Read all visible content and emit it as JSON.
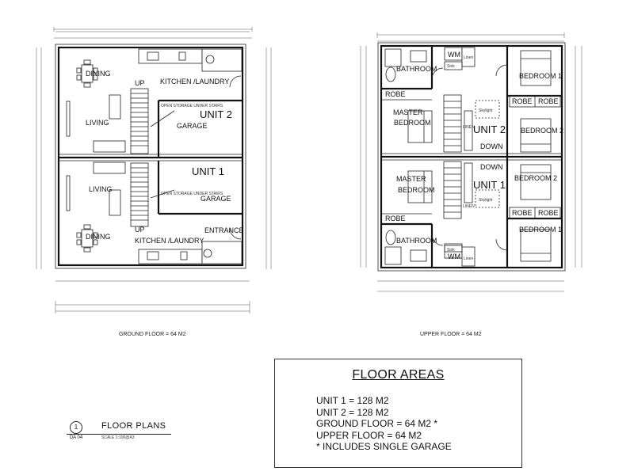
{
  "ground_floor": {
    "caption": "GROUND FLOOR = 64 M2",
    "rooms": {
      "dining_top": "DINING",
      "kitchen_top": "KITCHEN /LAUNDRY",
      "up_top": "UP",
      "open_storage_top": "OPEN STORAGE UNDER STAIRS",
      "unit2": "UNIT 2",
      "garage_top": "GARAGE",
      "living_top": "LIVING",
      "unit1": "UNIT 1",
      "living_bottom": "LIVING",
      "open_storage_bottom": "OPEN STORAGE UNDER STAIRS",
      "garage_bottom": "GARAGE",
      "up_bottom": "UP",
      "dining_bottom": "DINING",
      "kitchen_bottom": "KITCHEN /LAUNDRY",
      "entrance": "ENTRANCE"
    }
  },
  "upper_floor": {
    "caption": "UPPER FLOOR = 64 M2",
    "rooms": {
      "wm_top": "WM",
      "linen_top": "Linen",
      "sink_top": "Sink",
      "bathroom_top": "BATHROOM",
      "bedroom1_top": "BEDROOM 1",
      "robe_top_left": "ROBE",
      "master_top": "MASTER",
      "bedroom_top": "BEDROOM",
      "skylight_top": "Skylight",
      "unit2": "UNIT 2",
      "linen_stair_top": "LINEN",
      "robe_top_mid": "ROBE",
      "robe_top_right": "ROBE",
      "bedroom2_top": "BEDROOM 2",
      "down_top": "DOWN",
      "down_bottom": "DOWN",
      "master_bottom": "MASTER",
      "bedroom_bottom": "BEDROOM",
      "unit1": "UNIT 1",
      "skylight_bottom": "Skylight",
      "linen_stair_bottom": "LINEN",
      "bedroom2_bottom": "BEDROOM 2",
      "robe_bottom_left": "ROBE",
      "robe_bottom_mid": "ROBE",
      "robe_bottom_right": "ROBE",
      "bathroom_bottom": "BATHROOM",
      "bedroom1_bottom": "BEDROOM 1",
      "sink_bottom": "Sink",
      "wm_bottom": "WM",
      "linen_bottom": "Linen"
    }
  },
  "floor_areas": {
    "title": "FLOOR AREAS",
    "lines": [
      "UNIT 1 = 128 M2",
      "UNIT 2 = 128 M2",
      "GROUND FLOOR = 64 M2 *",
      "UPPER FLOOR = 64 M2",
      "* INCLUDES SINGLE GARAGE"
    ]
  },
  "title_block": {
    "number": "1",
    "sheet": "DA 04",
    "title": "FLOOR PLANS",
    "scale": "SCALE 1:100@A3"
  }
}
